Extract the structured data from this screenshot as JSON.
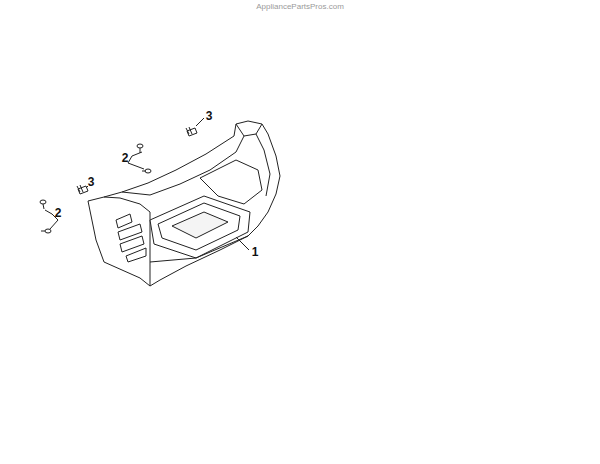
{
  "diagram": {
    "labels": [
      "AppliancePartsPros.com",
      "3",
      "2",
      "3",
      "2",
      "1"
    ]
  }
}
